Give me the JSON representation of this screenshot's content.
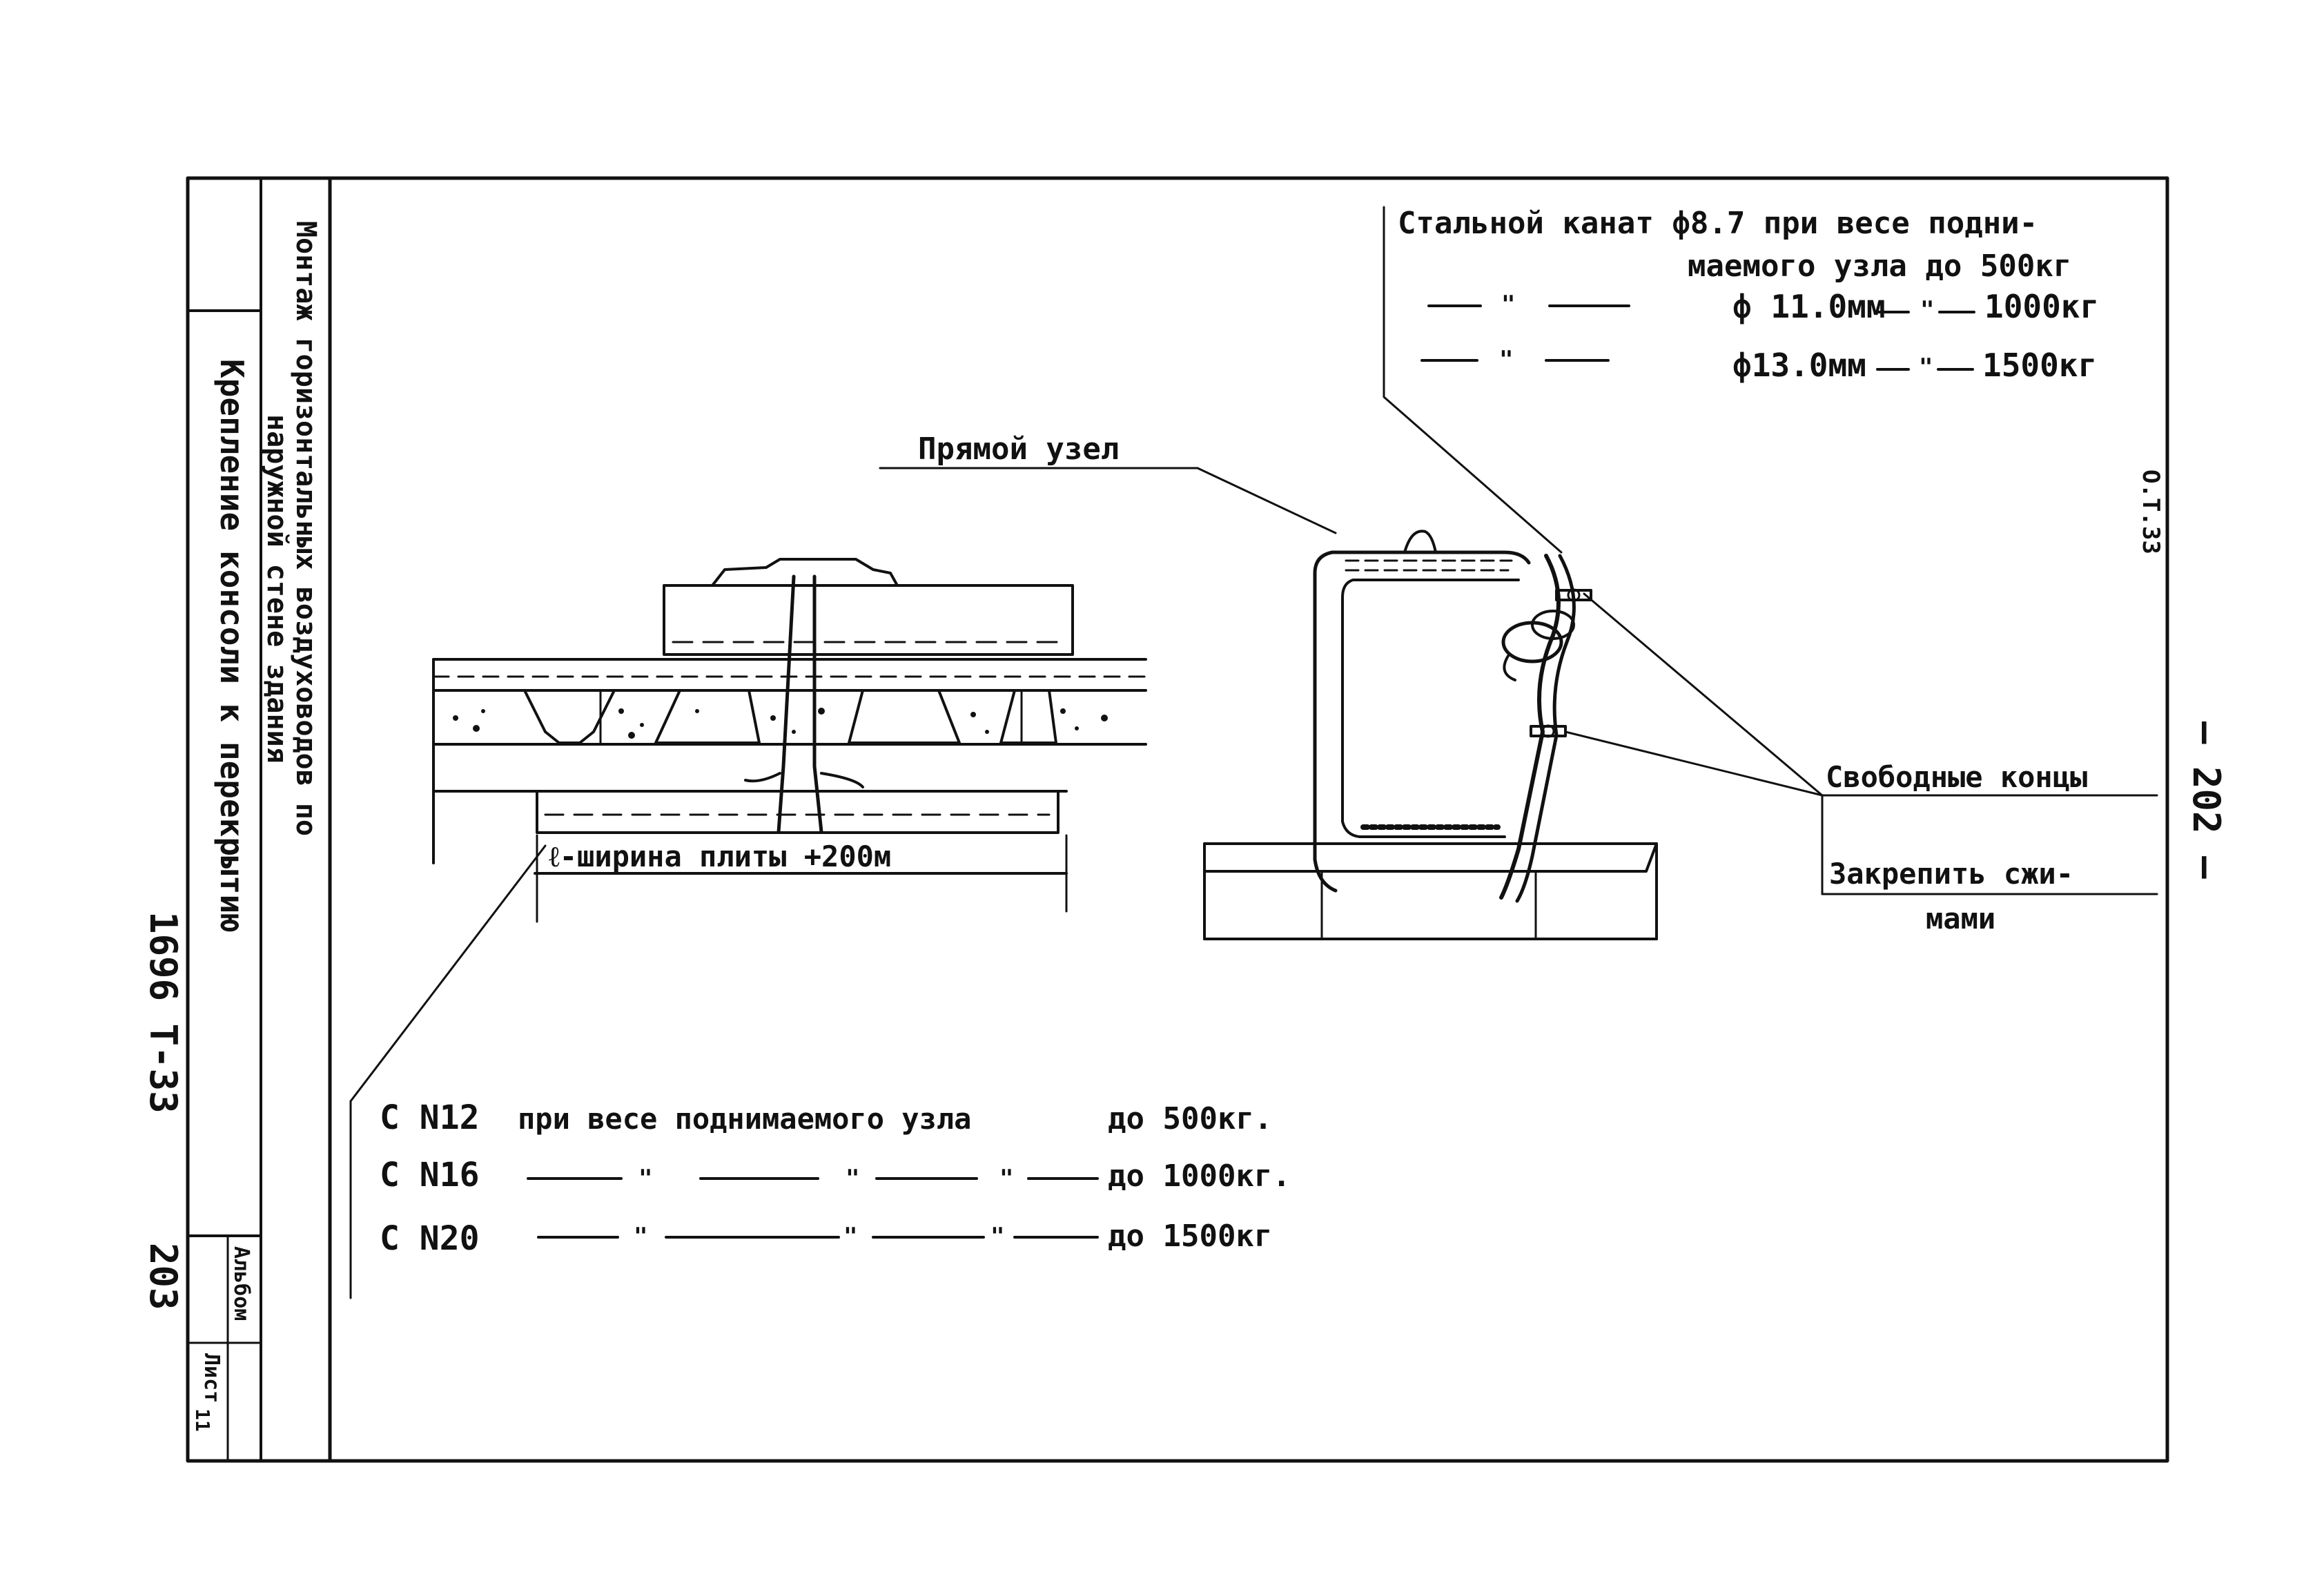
{
  "title_block": {
    "title_line1": "Монтаж горизонтальных воздуховодов по",
    "title_line2": "наружной стене здания",
    "subtitle": "Крепление консоли к перекрытию",
    "album_label": "Альбом",
    "album_value": "11",
    "sheet_label": "Лист",
    "sheet_value": "",
    "code": "1696 Т-33",
    "page_number": "203"
  },
  "page_number_right": "— 202 —",
  "sheet_mark": "О.Т.33",
  "labels": {
    "straight_knot": "Прямой узел",
    "free_ends": "Свободные концы",
    "clamp_text_1": "Закрепить сжи-",
    "clamp_text_2": "мами",
    "dimension": "ℓ-ширина плиты +200м"
  },
  "rope_spec": {
    "line1": "Стальной  канат ф8.7 при весе подни-",
    "line2": "маемого узла до 500кг",
    "line3": "ф 11.0мм",
    "line3_weight": "1000кг",
    "line4": "ф13.0мм",
    "line4_weight": "1500кг"
  },
  "channel_spec": [
    {
      "designation": "С  N12",
      "text": "при весе поднимаемого узла",
      "weight": "до 500кг."
    },
    {
      "designation": "С  N16",
      "text": "",
      "weight": "до 1000кг."
    },
    {
      "designation": "С  N20",
      "text": "",
      "weight": "до 1500кг"
    }
  ]
}
